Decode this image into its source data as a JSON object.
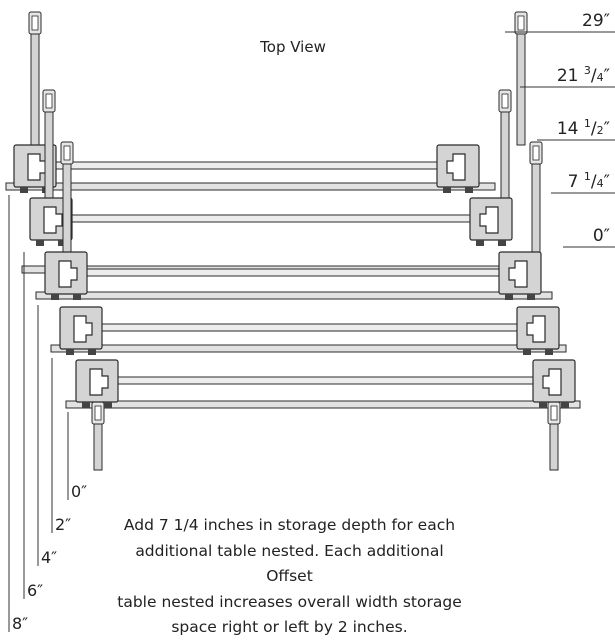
{
  "title": "Top View",
  "right_dimensions": [
    {
      "whole": "29",
      "num": "",
      "den": "",
      "unit": "″"
    },
    {
      "whole": "21",
      "num": "3",
      "den": "4",
      "unit": "″"
    },
    {
      "whole": "14",
      "num": "1",
      "den": "2",
      "unit": "″"
    },
    {
      "whole": "7",
      "num": "1",
      "den": "4",
      "unit": "″"
    },
    {
      "whole": "0",
      "num": "",
      "den": "",
      "unit": "″"
    }
  ],
  "left_dimensions": [
    "0″",
    "2″",
    "4″",
    "6″",
    "8″"
  ],
  "note_lines": [
    "Add 7 1/4 inches in storage depth for each",
    "additional table nested. Each additional Offset",
    "table nested increases overall width storage",
    "space right or left by 2 inches."
  ],
  "colors": {
    "frame_fill": "#d4d4d4",
    "frame_stroke": "#2b2b2b",
    "line": "#333333",
    "text": "#222222"
  }
}
